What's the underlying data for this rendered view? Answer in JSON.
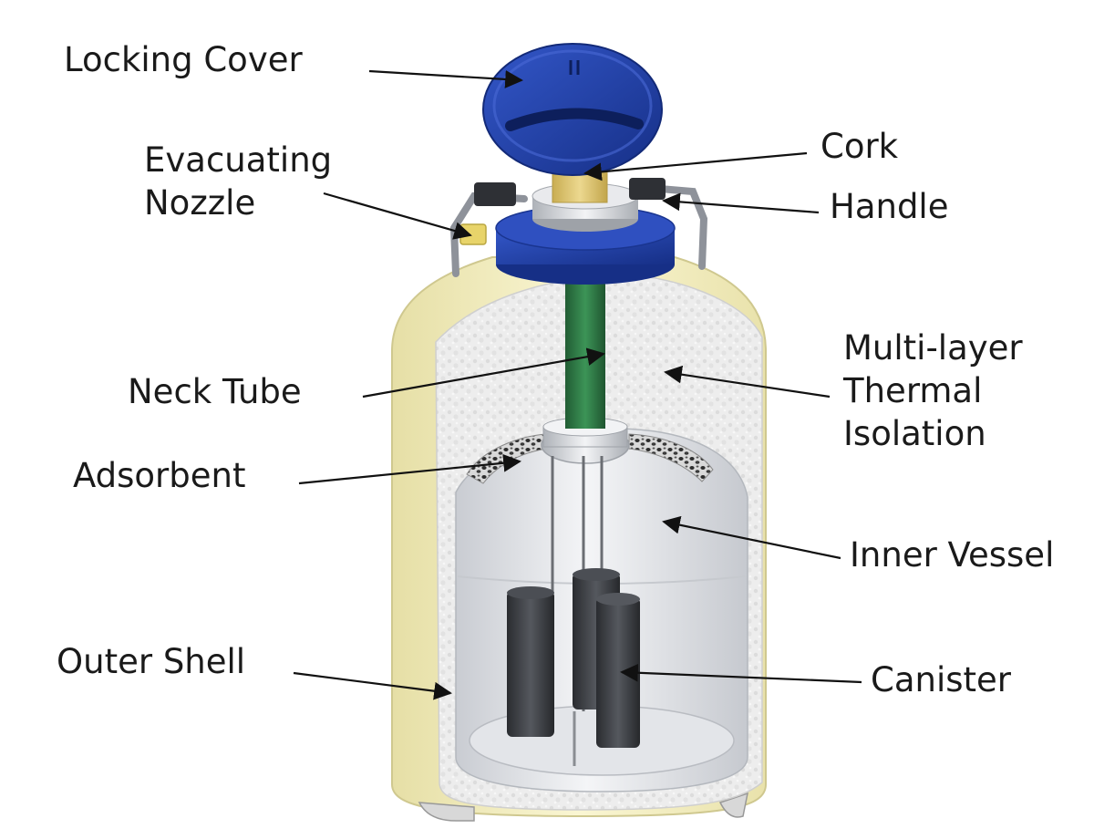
{
  "labels": {
    "locking_cover": "Locking Cover",
    "evacuating_nozzle": [
      "Evacuating",
      "Nozzle"
    ],
    "cork": "Cork",
    "handle": "Handle",
    "neck_tube": "Neck Tube",
    "multi_layer_thermal_isolation": [
      "Multi-layer",
      "Thermal",
      "Isolation"
    ],
    "adsorbent": "Adsorbent",
    "inner_vessel": "Inner Vessel",
    "outer_shell": "Outer Shell",
    "canister": "Canister"
  },
  "colors": {
    "background": "#ffffff",
    "outer_shell": "#f4efbd",
    "insulation": "#eeeeee",
    "inner_vessel": "#e8eaee",
    "neck_tube": "#2f7a45",
    "cover_blue": "#1f3fa8",
    "cork": "#e0c774",
    "canister": "#3d3f44",
    "adsorbent": "#4a4a4a",
    "handle": "#9a9ea6",
    "text": "#1a1a1a"
  }
}
